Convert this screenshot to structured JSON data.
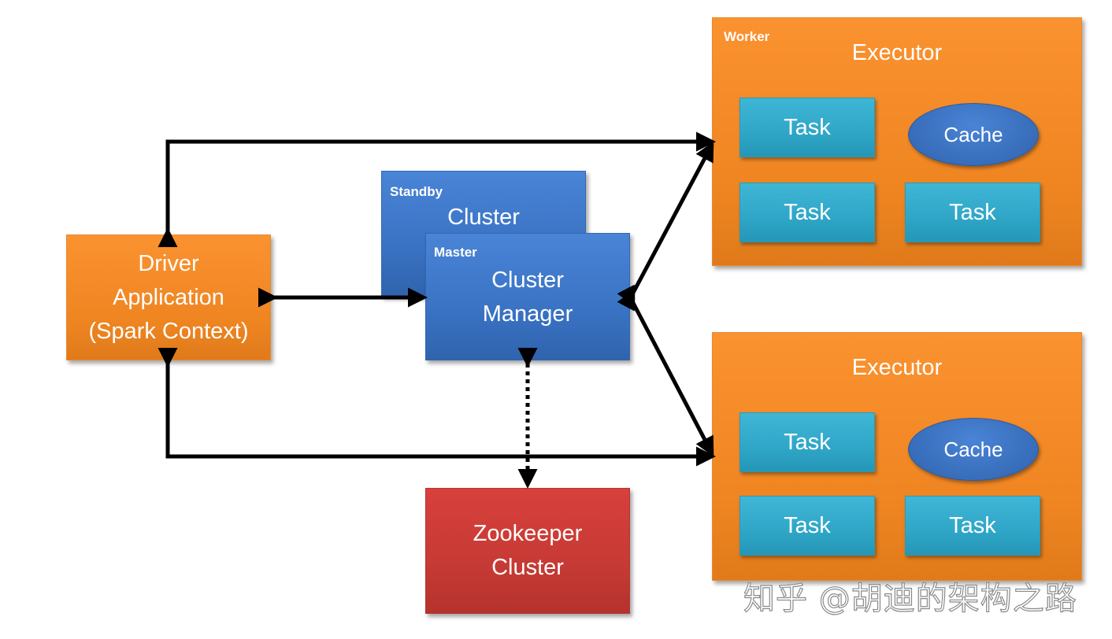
{
  "driver": {
    "lines": [
      "Driver",
      "Application",
      "(Spark Context)"
    ]
  },
  "standby": {
    "tag": "Standby",
    "title": "Cluster"
  },
  "master": {
    "tag": "Master",
    "lines": [
      "Cluster",
      "Manager"
    ]
  },
  "zookeeper": {
    "lines": [
      "Zookeeper",
      "Cluster"
    ]
  },
  "worker1": {
    "tag": "Worker",
    "title": "Executor",
    "tasks": [
      "Task",
      "Task",
      "Task"
    ],
    "cache": "Cache"
  },
  "worker2": {
    "title": "Executor",
    "tasks": [
      "Task",
      "Task",
      "Task"
    ],
    "cache": "Cache"
  },
  "watermark": "知乎 @胡迪的架构之路",
  "colors": {
    "orange": "#ee8521",
    "blue": "#3a73c4",
    "red": "#c73a35",
    "teal": "#2fa6c7",
    "arrow": "#000000"
  }
}
